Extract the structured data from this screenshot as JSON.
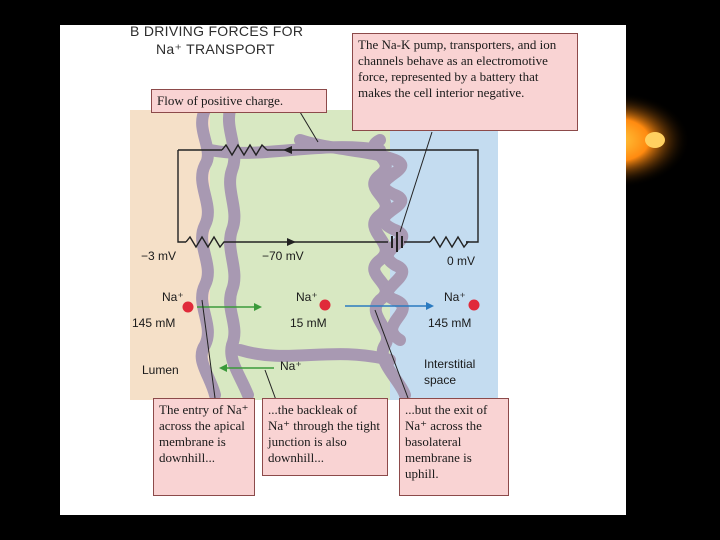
{
  "title_line1": "B  DRIVING FORCES FOR",
  "title_line2": "Na⁺ TRANSPORT",
  "callouts": {
    "flow": "Flow of positive charge.",
    "pump": "The Na-K pump, transporters, and ion channels behave as an electromotive force, represented by a battery that makes the cell interior negative.",
    "entry": "The entry of Na⁺ across the apical membrane is downhill...",
    "backleak": "...the backleak of Na⁺ through the tight junction is also downhill...",
    "exit": "...but the exit of Na⁺ across the basolateral membrane is uphill."
  },
  "voltages": {
    "lumen": "−3 mV",
    "cell": "−70 mV",
    "interstitial": "0 mV"
  },
  "compartments": {
    "lumen": {
      "ion": "Na⁺",
      "conc": "145 mM",
      "name": "Lumen"
    },
    "cell": {
      "ion": "Na⁺",
      "conc": "15 mM"
    },
    "interstitial": {
      "ion": "Na⁺",
      "conc": "145 mM",
      "name_line1": "Interstitial",
      "name_line2": "space"
    }
  },
  "backleak_ion": "Na⁺",
  "colors": {
    "lumen_bg": "#f5e0c8",
    "cell_bg": "#d8e8c2",
    "interstitial_bg": "#c4dcf0",
    "membrane": "#a899b2",
    "callout_bg": "#f9d3d3",
    "ion_dot": "#e02a3a",
    "arrow_green": "#3a9a3a",
    "arrow_blue": "#2a7ac0",
    "glow": "#ff9a10"
  }
}
